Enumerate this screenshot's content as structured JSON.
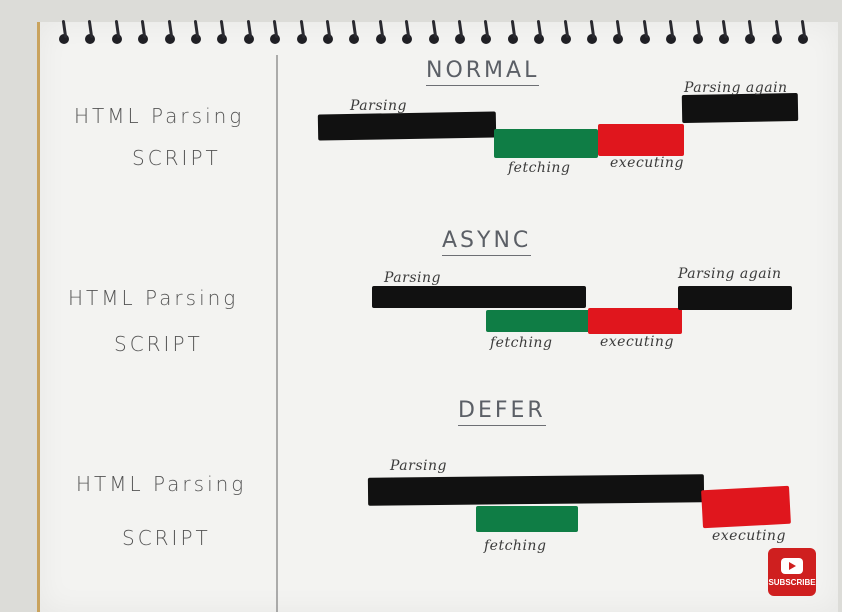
{
  "rows_label_html": "HTML Parsing",
  "rows_label_script": "SCRIPT",
  "sections": [
    {
      "title": "NORMAL",
      "parsing_label": "Parsing",
      "fetching_label": "fetching",
      "executing_label": "executing",
      "parsing_again_label": "Parsing again"
    },
    {
      "title": "ASYNC",
      "parsing_label": "Parsing",
      "fetching_label": "fetching",
      "executing_label": "executing",
      "parsing_again_label": "Parsing again"
    },
    {
      "title": "DEFER",
      "parsing_label": "Parsing",
      "fetching_label": "fetching",
      "executing_label": "executing"
    }
  ],
  "subscribe_label": "SUBSCRIBE",
  "colors": {
    "parsing": "#111111",
    "fetching": "#0f7d45",
    "executing": "#e0161d"
  }
}
